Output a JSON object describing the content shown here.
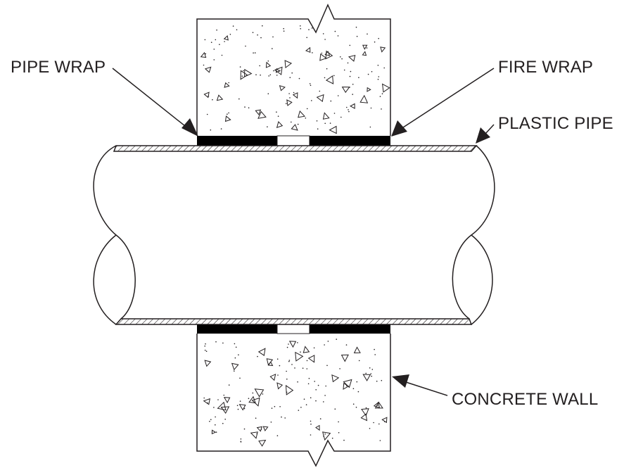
{
  "labels": {
    "pipe_wrap": "PIPE WRAP",
    "fire_wrap": "FIRE WRAP",
    "plastic_pipe": "PLASTIC PIPE",
    "concrete_wall": "CONCRETE WALL"
  },
  "colors": {
    "line": "#231f20",
    "wrap_fill": "#000000",
    "background": "#ffffff"
  }
}
